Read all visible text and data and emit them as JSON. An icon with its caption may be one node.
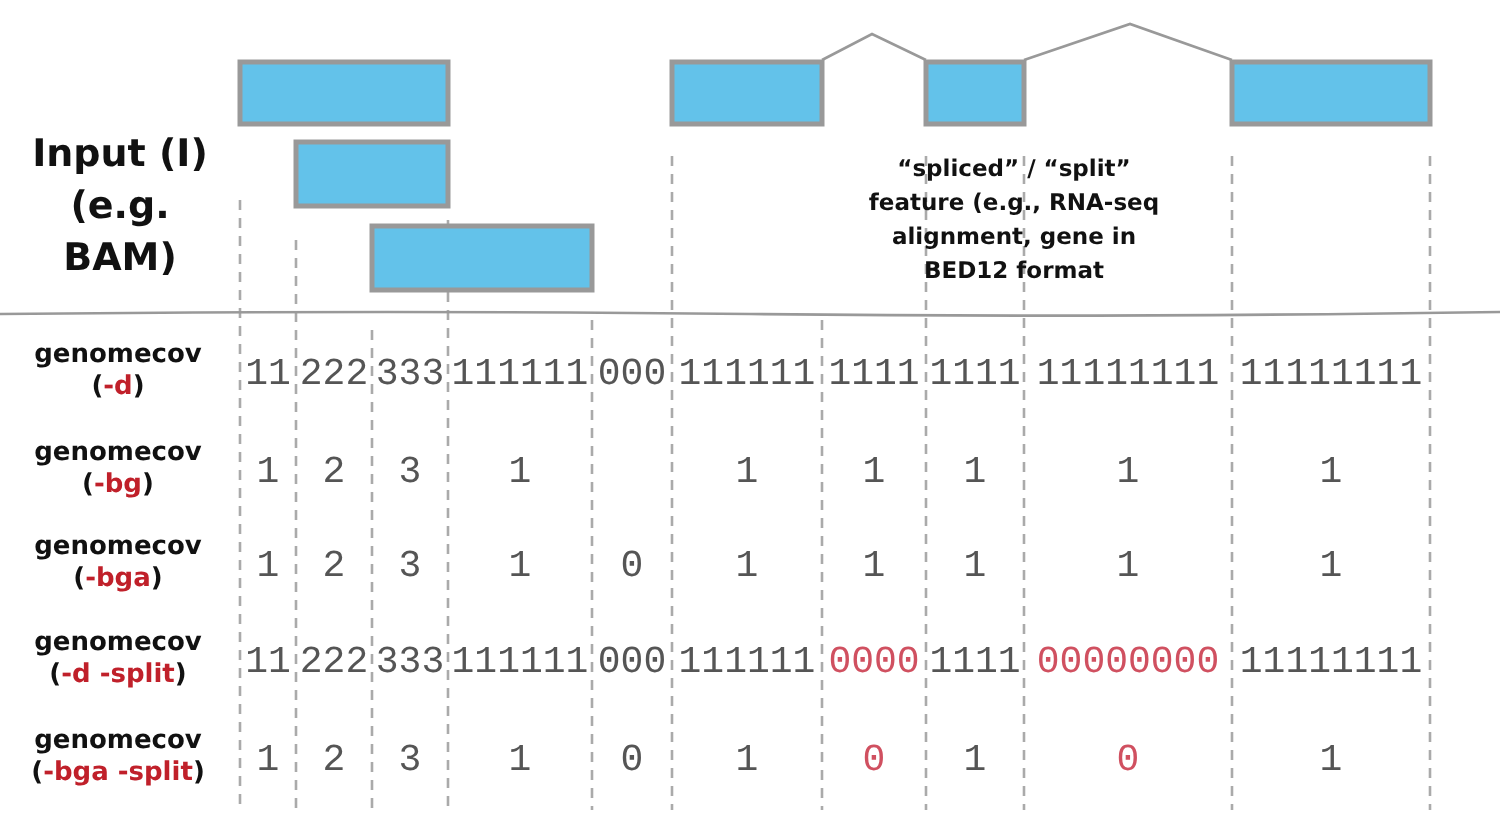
{
  "diagram": {
    "labels": [
      "Input (I) (e.g. BAM)",
      "“spliced” / “split” feature (e.g., RNA-seq alignment, gene in BED12 format",
      "genomecov (-d)",
      "11",
      "222",
      "333",
      "111111",
      "000",
      "111111",
      "1111",
      "1111",
      "11111111",
      "11111111",
      "genomecov (-bg)",
      "1",
      "2",
      "3",
      "1",
      "1",
      "1",
      "1",
      "1",
      "1",
      "genomecov (-bga)",
      "1",
      "2",
      "3",
      "1",
      "0",
      "1",
      "1",
      "1",
      "1",
      "1",
      "genomecov (-d -split)",
      "11",
      "222",
      "333",
      "111111",
      "000",
      "111111",
      "0000",
      "1111",
      "00000000",
      "11111111",
      "genomecov (-bga -split)",
      "1",
      "2",
      "3",
      "1",
      "0",
      "1",
      "0",
      "1",
      "0",
      "1"
    ]
  }
}
